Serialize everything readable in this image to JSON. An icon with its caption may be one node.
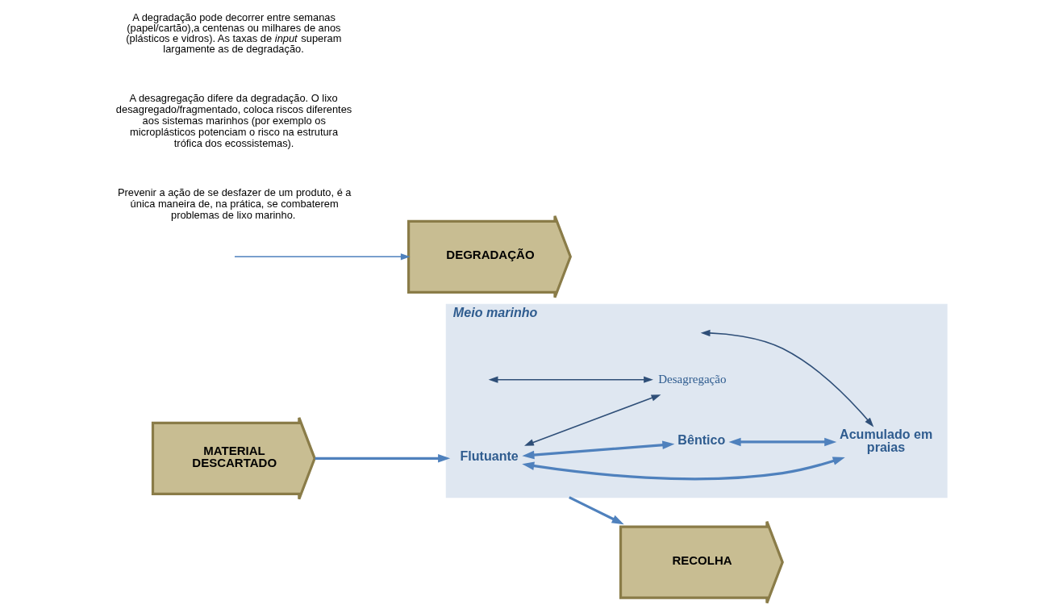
{
  "diagram": {
    "nodes": [
      {
        "text": [
          "MATERIAL DESCARTADO"
        ]
      },
      {
        "text": [
          "Meio marinho"
        ]
      },
      {
        "text": [
          "Flutuante"
        ],
        "in": 1
      },
      {
        "text": [
          "Acumulado em praias"
        ],
        "in": 1
      },
      {
        "text": [
          "Desagregação"
        ],
        "in": 1
      },
      {
        "text": [
          "Bêntico"
        ],
        "in": 1
      },
      {
        "text": [
          "RECOLHA"
        ]
      },
      {
        "text": [
          "DEGRADAÇÃO"
        ]
      }
    ],
    "edges": [
      {
        "from": 0,
        "to": 1,
        "arrow": "to"
      },
      {
        "from": 2,
        "to": 3,
        "arrow": "both"
      },
      {
        "from": 2,
        "to": 5,
        "arrow": "both"
      },
      {
        "from": 5,
        "to": 3,
        "arrow": "both"
      },
      {
        "from": 2,
        "to": 4,
        "arrow": "both",
        "color": "#2f4f78"
      },
      {
        "from": null,
        "to": 4,
        "arrow": "both",
        "color": "#2f4f78"
      },
      {
        "from": null,
        "to": 3,
        "arrow": "both",
        "color": "#2f4f78"
      },
      {
        "from": 1,
        "to": 6,
        "arrow": "to"
      },
      {
        "from": null,
        "to": 7,
        "arrow": "to"
      }
    ],
    "labels": [
      "Prevenir a ação de se desfazer de um produto, é a única maneira de, na prática, se combaterem problemas de lixo marinho.",
      "A desagregação difere da degradação. O lixo desagregado/fragmentado, coloca riscos diferentes aos sistemas marinhos (por exemplo os microplásticos potenciam o risco na estrutura trófica dos ecossistemas).",
      "A degradação pode decorrer entre semanas (papel/cartão),a centenas ou milhares de anos (plásticos e vidros). As taxas de *input* superam largamente as de degradação."
    ]
  }
}
